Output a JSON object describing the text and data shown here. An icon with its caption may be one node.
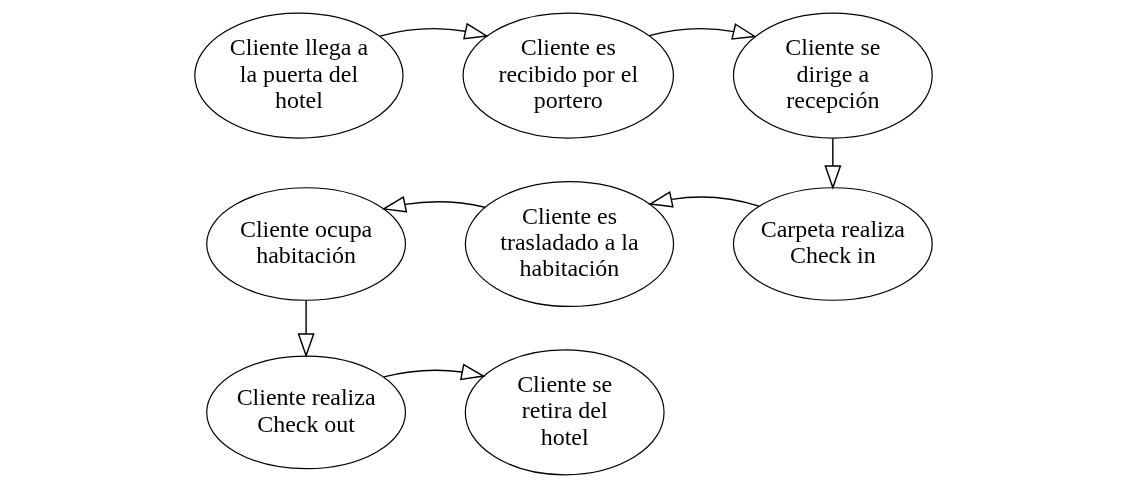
{
  "diagram": {
    "nodes": [
      {
        "text": [
          "Cliente llega a la puerta del hotel"
        ]
      },
      {
        "text": [
          "Cliente es recibido por el portero"
        ]
      },
      {
        "text": [
          "Cliente se dirige a recepción"
        ]
      },
      {
        "text": [
          "Carpeta realiza Check in"
        ]
      },
      {
        "text": [
          "Cliente es trasladado a la habitación"
        ]
      },
      {
        "text": [
          "Cliente ocupa habitación"
        ]
      },
      {
        "text": [
          "Cliente realiza Check out"
        ]
      },
      {
        "text": [
          "Cliente se retira del hotel"
        ]
      }
    ],
    "edges": [
      {
        "from": 0,
        "to": 1,
        "arrow": "to"
      },
      {
        "from": 1,
        "to": 2,
        "arrow": "to"
      },
      {
        "from": 2,
        "to": 3,
        "arrow": "to"
      },
      {
        "from": 3,
        "to": 4,
        "arrow": "to"
      },
      {
        "from": 4,
        "to": 5,
        "arrow": "to"
      },
      {
        "from": 5,
        "to": 6,
        "arrow": "to"
      },
      {
        "from": 6,
        "to": 7,
        "arrow": "to"
      }
    ]
  }
}
